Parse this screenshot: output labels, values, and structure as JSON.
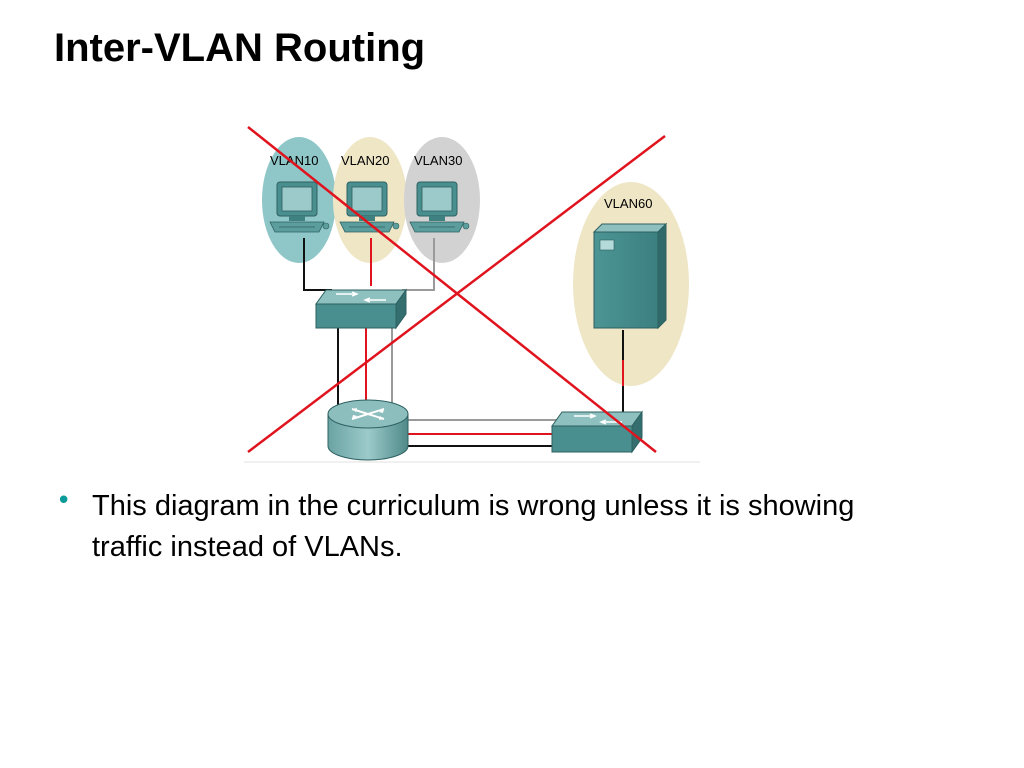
{
  "slide": {
    "title": "Inter-VLAN Routing",
    "bullet": "This diagram in the curriculum is wrong unless it is showing traffic instead of VLANs."
  },
  "diagram": {
    "vlan_labels": [
      "VLAN10",
      "VLAN20",
      "VLAN30",
      "VLAN60"
    ],
    "colors": {
      "vlan10_zone": "#8fc6c8",
      "vlan20_zone": "#efe6c6",
      "vlan30_zone": "#d2d2d2",
      "vlan60_zone": "#efe6c6",
      "device_teal": "#3f8c8c",
      "cross_out": "#e0141e",
      "link_black": "#111111",
      "link_red": "#e0141e",
      "link_gray": "#9a9a9a",
      "bullet": "#0a9a9a"
    },
    "icons": [
      "pc-icon",
      "switch-icon",
      "router-icon",
      "server-icon"
    ]
  }
}
